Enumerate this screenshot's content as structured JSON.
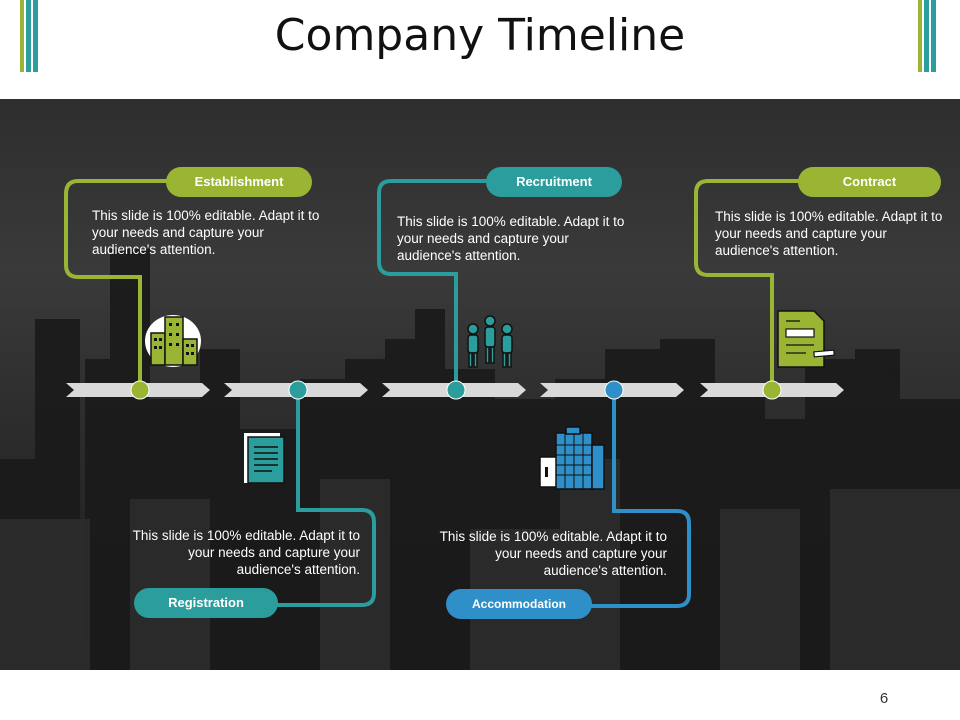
{
  "slide": {
    "title": "Company Timeline",
    "page_number": "6"
  },
  "colors": {
    "green": "#9ab534",
    "teal": "#2a9d9c",
    "blue": "#2f8fc8",
    "arrow": "#d9d9d9"
  },
  "milestones": [
    {
      "label": "Establishment",
      "description": "This slide is 100% editable. Adapt it to your needs and capture your audience's attention.",
      "icon": "city-buildings-icon",
      "color": "green"
    },
    {
      "label": "Registration",
      "description": "This slide is 100% editable. Adapt it to your needs and capture your audience's attention.",
      "icon": "document-icon",
      "color": "teal"
    },
    {
      "label": "Recruitment",
      "description": "This slide is 100% editable. Adapt it to your needs and capture your audience's attention.",
      "icon": "team-people-icon",
      "color": "teal"
    },
    {
      "label": "Accommodation",
      "description": "This slide is 100% editable. Adapt it to your needs and capture your audience's attention.",
      "icon": "office-building-icon",
      "color": "blue"
    },
    {
      "label": "Contract",
      "description": "This slide is 100% editable. Adapt it to your needs and capture your audience's attention.",
      "icon": "contract-document-icon",
      "color": "green"
    }
  ]
}
